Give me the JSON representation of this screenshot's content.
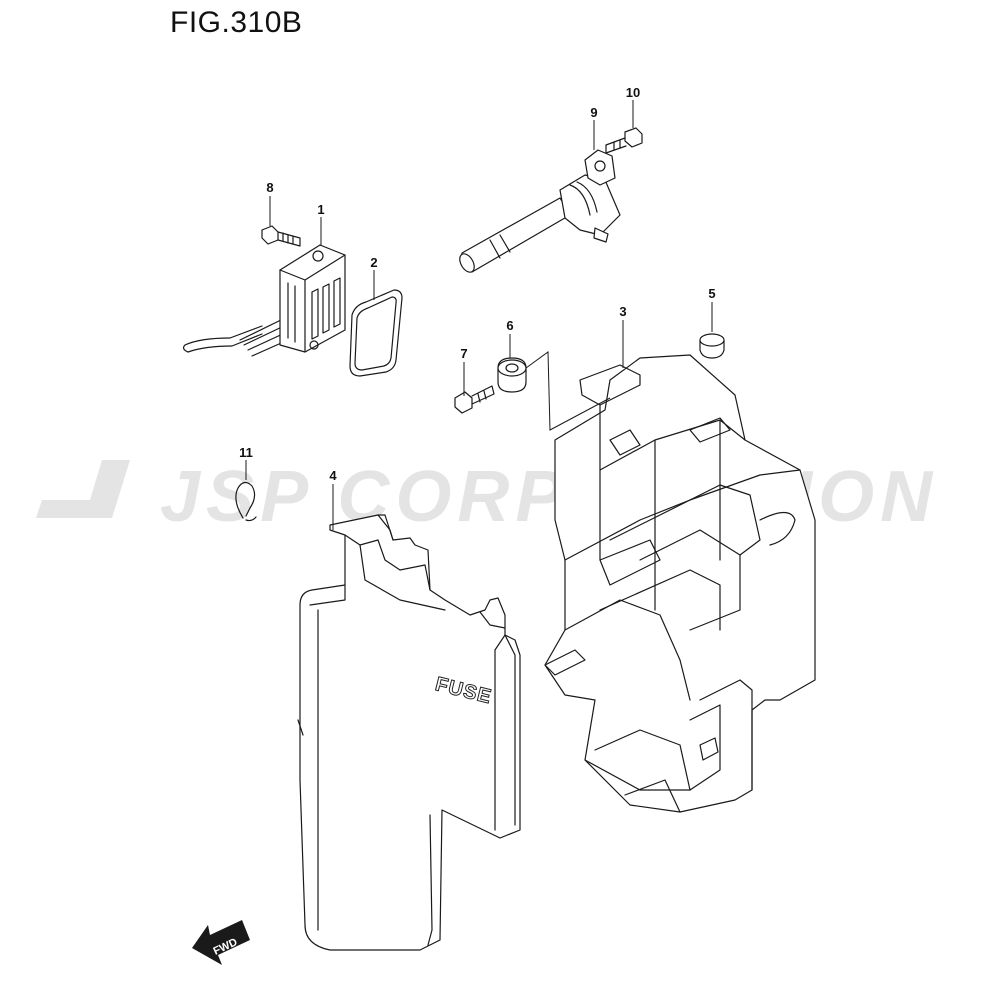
{
  "figure": {
    "title": "FIG.310B"
  },
  "watermark": {
    "text": "JSP CORPORATION"
  },
  "labels": {
    "fuse": "FUSE",
    "fwd": "FWD"
  },
  "callouts": [
    "1",
    "2",
    "3",
    "4",
    "5",
    "6",
    "7",
    "8",
    "9",
    "10",
    "11"
  ]
}
